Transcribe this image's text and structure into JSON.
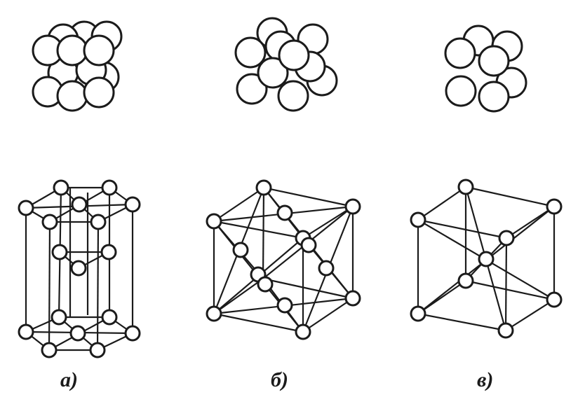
{
  "labels": {
    "a": "а)",
    "b": "б)",
    "v": "в)"
  },
  "colors": {
    "ink": "#1b1b1b",
    "fill": "#ffffff",
    "background": "#ffffff"
  },
  "structures": [
    {
      "key": "a",
      "packing": "hexagonal-close-packed"
    },
    {
      "key": "b",
      "packing": "face-centered-cubic"
    },
    {
      "key": "v",
      "packing": "body-centered-cubic"
    }
  ]
}
